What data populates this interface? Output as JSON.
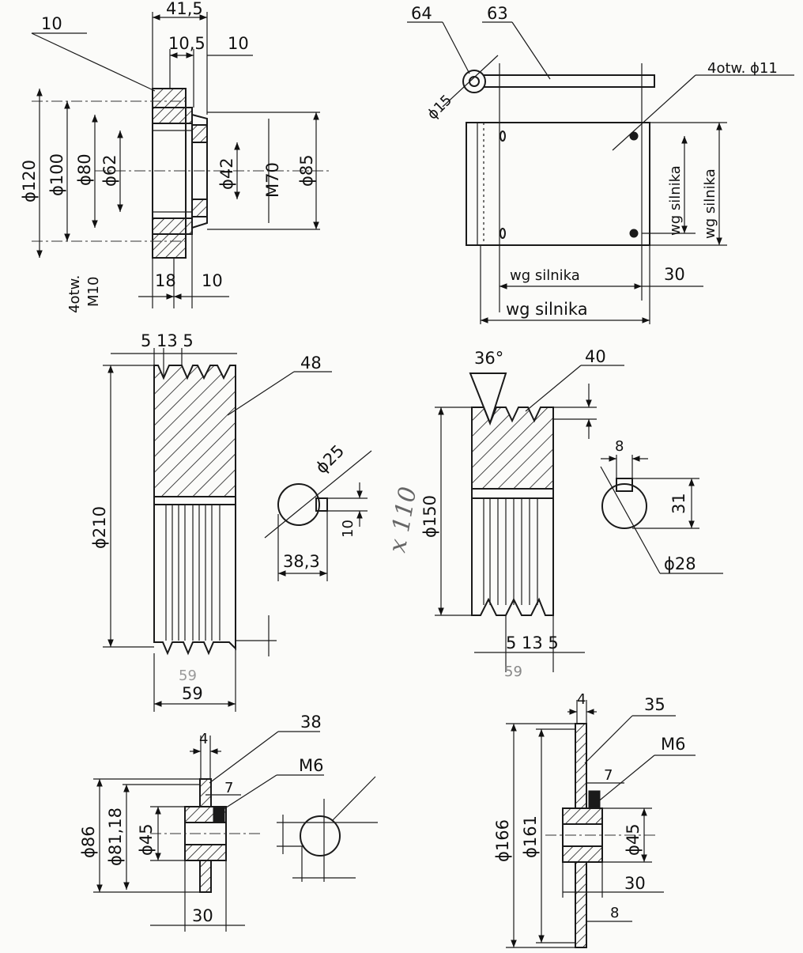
{
  "drawing_1": {
    "part_no": "10",
    "dims": {
      "d_120": "ϕ120",
      "d_100": "ϕ100",
      "d_80": "ϕ80",
      "d_62": "ϕ62",
      "d_42": "ϕ42",
      "thread_m70": "M70",
      "d_85": "ϕ85",
      "w_41_5": "41,5",
      "w_10_5": "10,5",
      "w_10_top": "10",
      "w_18": "18",
      "w_10_bottom": "10",
      "holes_line1": "4otw.",
      "holes_line2": "M10"
    }
  },
  "drawing_2": {
    "part_no_hinge": "64",
    "part_no_rod": "63",
    "dims": {
      "d_15": "ϕ15",
      "holes_11": "4otw. ϕ11",
      "wg_silnika_1": "wg silnika",
      "wg_silnika_2": "wg silnika",
      "wg_silnika_3": "wg silnika",
      "wg_silnika_4": "wg silnika",
      "w_30": "30"
    }
  },
  "drawing_3": {
    "part_no": "48",
    "dims": {
      "top_w": "5 13 5",
      "d_210": "ϕ210",
      "d_25": "ϕ25",
      "w_10": "10",
      "w_38_3": "38,3",
      "w_59": "59",
      "w_59_hidden": "59"
    }
  },
  "drawing_4": {
    "part_no": "40",
    "dims": {
      "angle_36": "36°",
      "w_8": "8",
      "w_31": "31",
      "d_150": "ϕ150",
      "d_28": "ϕ28",
      "bottom_w": "5 13 5",
      "w_59": "59"
    }
  },
  "drawing_5": {
    "part_no": "38",
    "thread": "M6",
    "dims": {
      "w_4": "4",
      "w_7": "7",
      "d_86": "ϕ86",
      "d_81_18": "ϕ81,18",
      "d_45": "ϕ45",
      "w_30": "30"
    }
  },
  "drawing_6": {
    "part_no": "35",
    "thread": "M6",
    "dims": {
      "w_4": "4",
      "w_7": "7",
      "d_166": "ϕ166",
      "d_161": "ϕ161",
      "d_45": "ϕ45",
      "w_30": "30",
      "w_8": "8"
    }
  },
  "annotation_handwritten": "x 110"
}
